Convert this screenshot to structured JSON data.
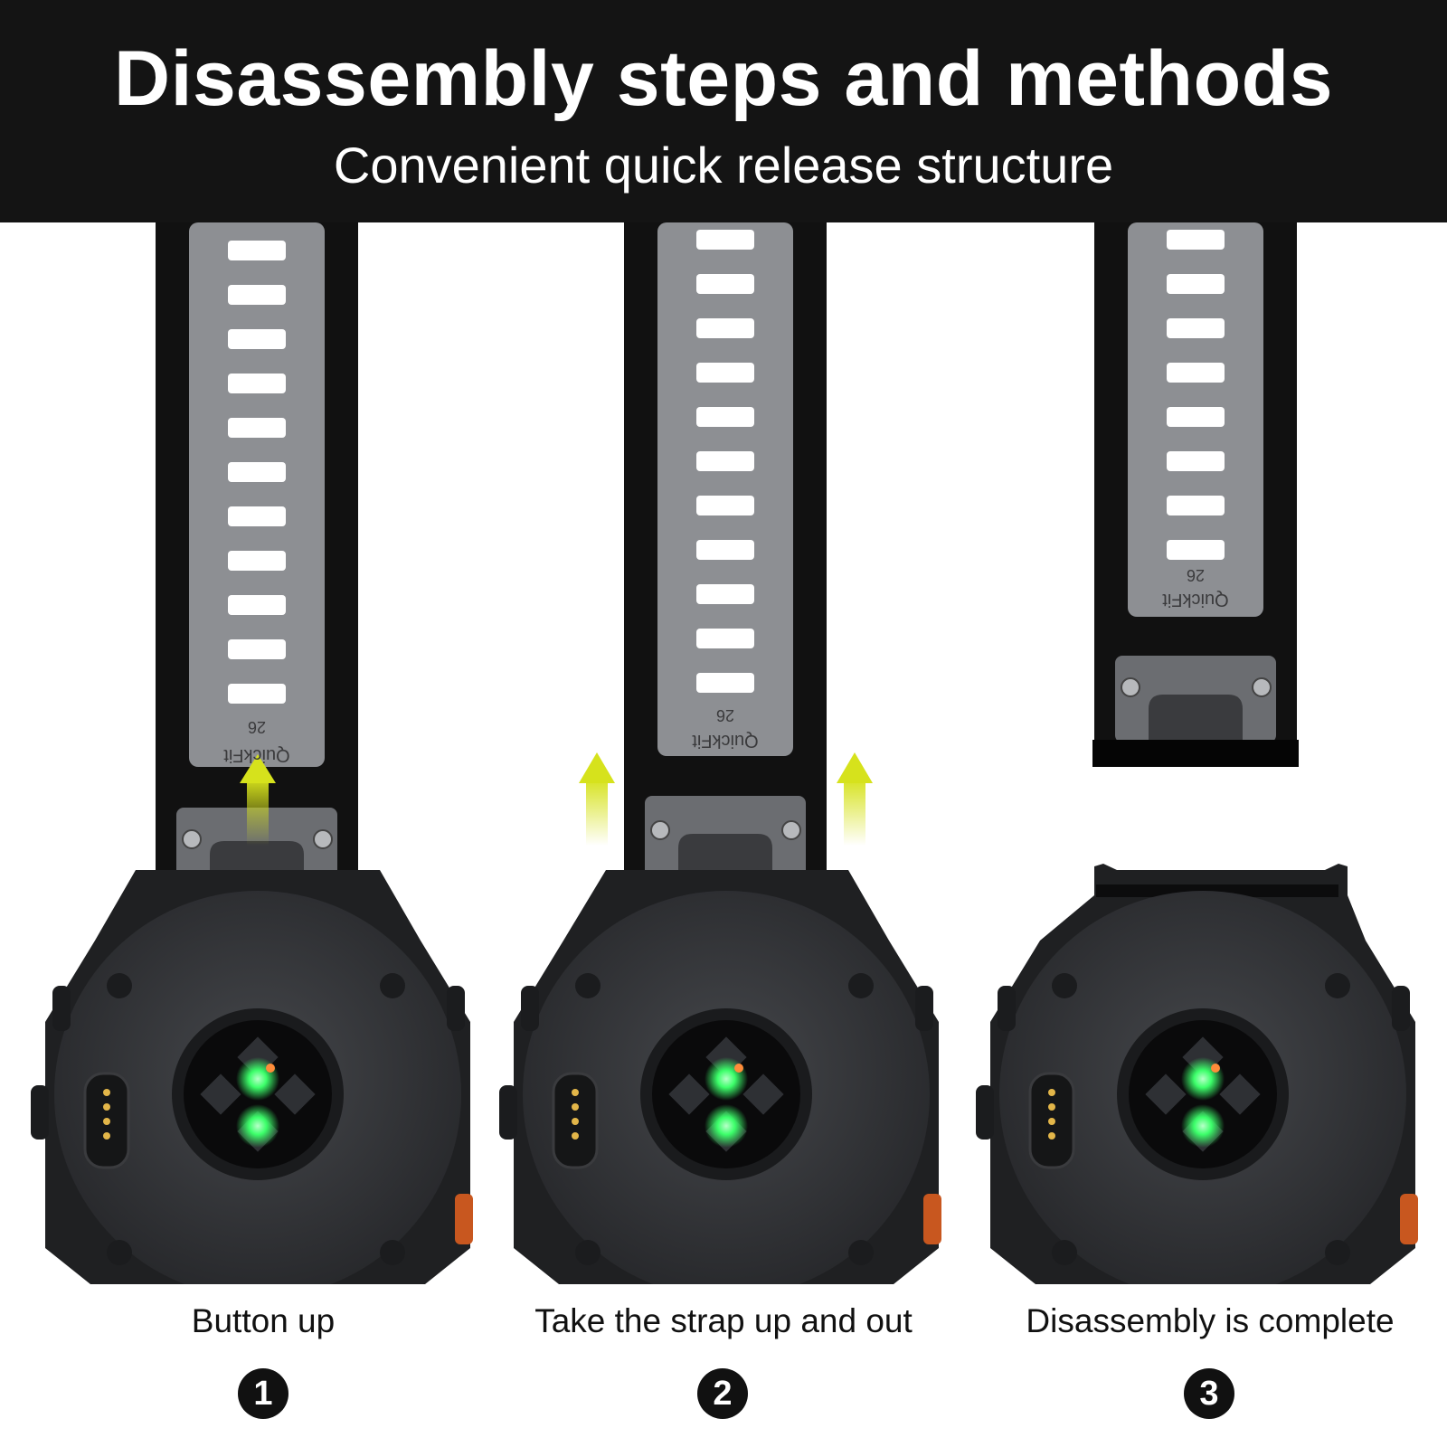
{
  "header": {
    "title": "Disassembly steps and methods",
    "subtitle": "Convenient quick release structure"
  },
  "band_label": "QuickFit",
  "band_size": "26",
  "steps": [
    {
      "number": "1",
      "caption": "Button up"
    },
    {
      "number": "2",
      "caption": "Take the strap up and out"
    },
    {
      "number": "3",
      "caption": "Disassembly is complete"
    }
  ],
  "colors": {
    "header_bg": "#141414",
    "band_outer": "#111111",
    "band_inner": "#8d8f93",
    "watch_case": "#2b2c2f",
    "arrow": "#d6e21c",
    "sensor_led": "#3cff6a",
    "crown_accent": "#c8571f"
  },
  "icons": [
    "up-arrow-icon",
    "sensor-icon",
    "charging-port-icon",
    "screw-icon"
  ]
}
